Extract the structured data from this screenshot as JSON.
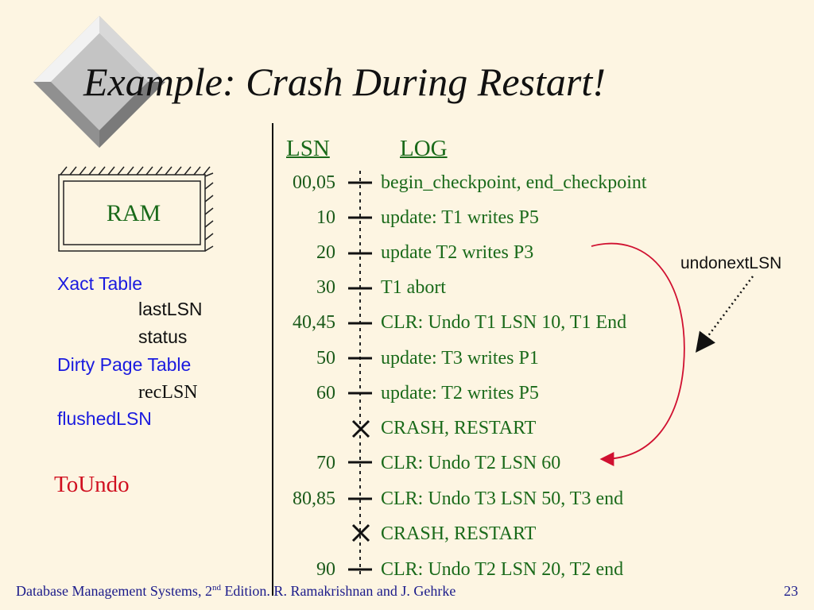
{
  "slide": {
    "title": "Example: Crash During Restart!",
    "log_header": {
      "lsn": "LSN",
      "log": "LOG"
    },
    "log_entries": [
      {
        "lsn": "00,05",
        "text": "begin_checkpoint, end_checkpoint"
      },
      {
        "lsn": "10",
        "text": "update: T1 writes P5"
      },
      {
        "lsn": "20",
        "text": "update T2 writes P3"
      },
      {
        "lsn": "30",
        "text": "T1 abort"
      },
      {
        "lsn": "40,45",
        "text": "CLR: Undo T1 LSN 10, T1 End"
      },
      {
        "lsn": "50",
        "text": "update: T3 writes P1"
      },
      {
        "lsn": "60",
        "text": "update: T2 writes P5"
      },
      {
        "lsn": "",
        "text": "CRASH, RESTART"
      },
      {
        "lsn": "70",
        "text": "CLR: Undo T2 LSN 60"
      },
      {
        "lsn": "80,85",
        "text": "CLR: Undo T3 LSN 50, T3 end"
      },
      {
        "lsn": "",
        "text": "CRASH, RESTART"
      },
      {
        "lsn": "90",
        "text": "CLR: Undo T2 LSN 20, T2 end"
      }
    ],
    "ram": {
      "label": "RAM",
      "xact_table": "Xact Table",
      "last_lsn": "lastLSN",
      "status": "status",
      "dirty_page_table": "Dirty Page Table",
      "rec_lsn": "recLSN",
      "flushed_lsn": "flushedLSN"
    },
    "to_undo": "ToUndo",
    "annotation": "undonextLSN",
    "footer": {
      "text_before": "Database Management Systems, 2",
      "sup": "nd",
      "text_after": " Edition. R. Ramakrishnan and J. Gehrke"
    },
    "page_number": "23",
    "colors": {
      "background": "#fdf5e2",
      "log_text": "#1a6a1a",
      "ram_blue": "#1a1adf",
      "to_undo": "#d01020",
      "arrow": "#d01030"
    }
  }
}
